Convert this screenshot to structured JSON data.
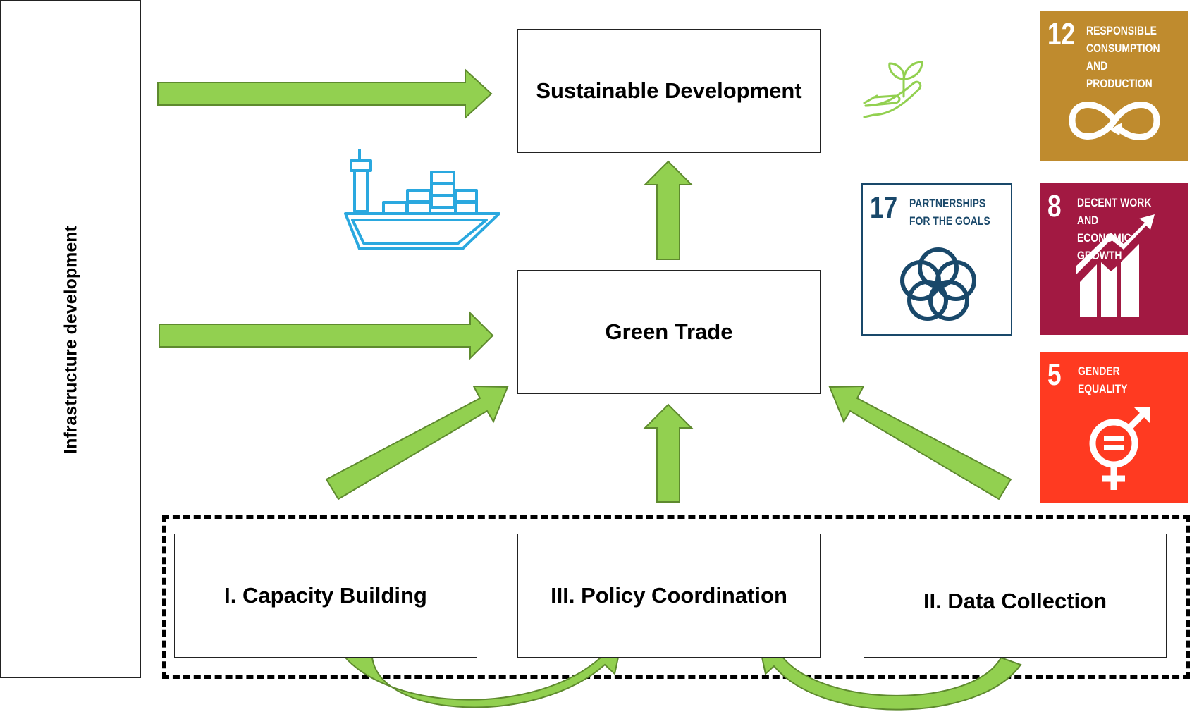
{
  "side_label": "Infrastructure development",
  "nodes": {
    "sustainable_development": "Sustainable Development",
    "green_trade": "Green Trade",
    "capacity_building": "I. Capacity Building",
    "policy_coordination": "III. Policy Coordination",
    "data_collection": "II. Data Collection"
  },
  "sdg_tiles": [
    {
      "number": "12",
      "title": "RESPONSIBLE\nCONSUMPTION\nAND PRODUCTION",
      "color": "#BF8B2E",
      "icon": "infinity-loop-icon"
    },
    {
      "number": "17",
      "title": "PARTNERSHIPS\nFOR THE GOALS",
      "color": "#19486A",
      "icon": "interlocking-rings-icon"
    },
    {
      "number": "8",
      "title": "DECENT WORK AND\nECONOMIC GROWTH",
      "color": "#A21942",
      "icon": "growth-chart-icon"
    },
    {
      "number": "5",
      "title": "GENDER\nEQUALITY",
      "color": "#FF3A21",
      "icon": "gender-equality-icon"
    }
  ],
  "colors": {
    "arrow_fill": "#92D050",
    "arrow_stroke": "#5E8A2E",
    "ship_icon": "#2AA8DF",
    "plant_icon": "#92D050"
  },
  "decorative_icons": [
    "container-ship-icon",
    "hand-with-plant-icon"
  ]
}
